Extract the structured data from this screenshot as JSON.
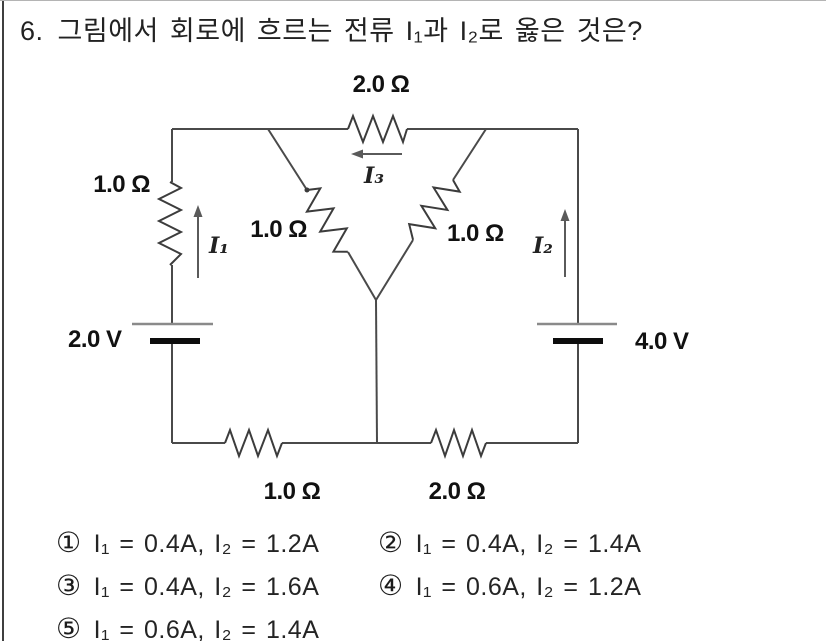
{
  "question": {
    "number": "6.",
    "text": "그림에서 회로에 흐르는 전류 I₁과 I₂로 옳은 것은?"
  },
  "circuit": {
    "resistors": {
      "top": "2.0 Ω",
      "left": "1.0 Ω",
      "mid_left": "1.0 Ω",
      "mid_right": "1.0 Ω",
      "bottom_left": "1.0 Ω",
      "bottom_right": "2.0 Ω"
    },
    "sources": {
      "left": "2.0 V",
      "right": "4.0 V"
    },
    "currents": {
      "i1": "I₁",
      "i2": "I₂",
      "i3": "I₃"
    }
  },
  "choices": [
    {
      "marker": "①",
      "text": "I₁ = 0.4A, I₂ = 1.2A"
    },
    {
      "marker": "②",
      "text": "I₁ = 0.4A, I₂ = 1.4A"
    },
    {
      "marker": "③",
      "text": "I₁ = 0.4A, I₂ = 1.6A"
    },
    {
      "marker": "④",
      "text": "I₁ = 0.6A, I₂ = 1.2A"
    },
    {
      "marker": "⑤",
      "text": "I₁ = 0.6A, I₂ = 1.4A"
    }
  ]
}
